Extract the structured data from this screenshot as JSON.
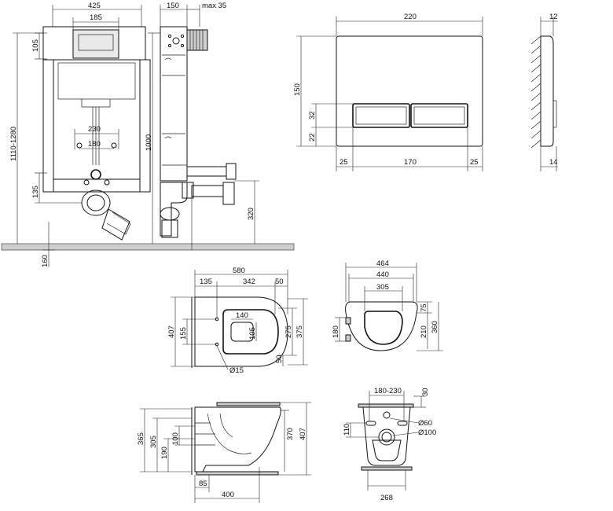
{
  "dimensions": {
    "frame_width": "425",
    "frame_top_plate": "185",
    "frame_depth": "150",
    "frame_max": "max 35",
    "frame_top_height": "105",
    "frame_install_height": "1110-1280",
    "frame_height": "1000",
    "frame_bolts_outer": "230",
    "frame_bolts_inner": "180",
    "frame_drain_height": "135",
    "floor_offset": "160",
    "pipe_height": "320",
    "plate_width": "220",
    "plate_height": "150",
    "plate_button_h": "32",
    "plate_button_bottom": "22",
    "plate_margin_left": "25",
    "plate_button_w": "170",
    "plate_margin_right": "25",
    "plate_depth_top": "12",
    "plate_depth_bottom": "14",
    "bowl_length": "580",
    "bowl_a": "135",
    "bowl_b": "342",
    "bowl_c": "50",
    "bowl_width": "407",
    "bowl_hole_span": "155",
    "bowl_opening_w": "140",
    "bowl_opening_h": "105",
    "bowl_inner_h": "275",
    "bowl_outer_h": "375",
    "bowl_side_c": "50",
    "bowl_hole_dia": "Ø15",
    "seat_outer": "464",
    "seat_mid": "440",
    "seat_inner": "305",
    "seat_hinge": "180",
    "seat_top_off": "75",
    "seat_inner_h": "210",
    "seat_outer_h": "360",
    "side_height_total": "365",
    "side_h_a": "305",
    "side_h_b": "190",
    "side_h_c": "100",
    "side_right_a": "370",
    "side_right_b": "407",
    "side_base": "85",
    "side_length": "400",
    "back_bolts": "180-230",
    "back_top": "30",
    "back_h": "110",
    "back_dia_small": "Ø60",
    "back_dia_big": "Ø100",
    "back_width": "268"
  }
}
